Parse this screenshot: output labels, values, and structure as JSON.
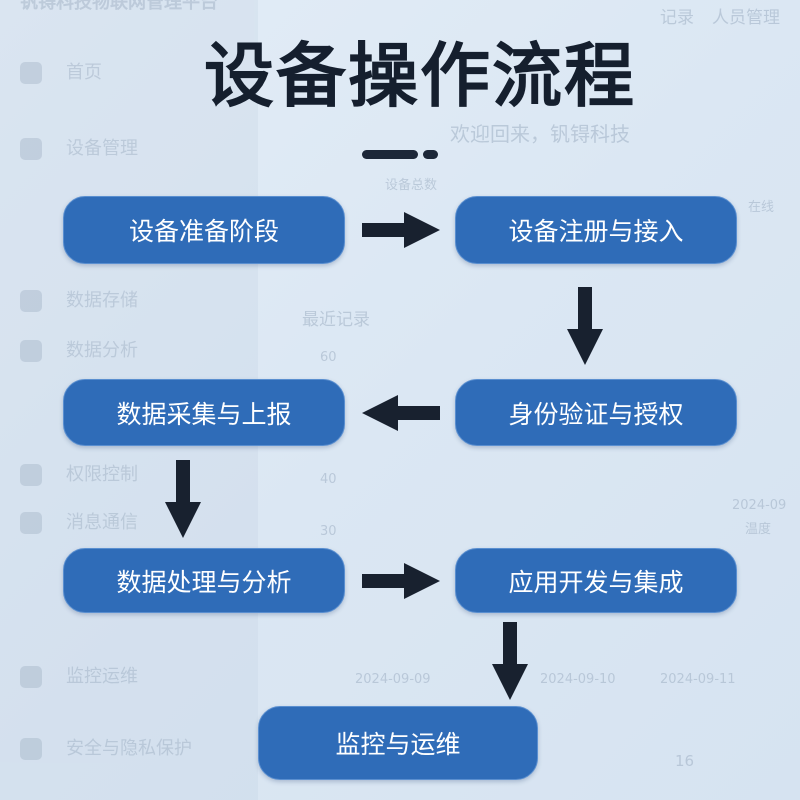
{
  "background": {
    "sidebar_title": "钒锝科技物联网管理平台",
    "sidebar_items": [
      "首页",
      "设备管理",
      "数据存储",
      "数据分析",
      "权限控制",
      "消息通信",
      "监控运维",
      "安全与隐私保护"
    ],
    "nav_tabs": [
      "记录",
      "人员管理"
    ],
    "welcome": "欢迎回来，钒锝科技",
    "stat_label": "设备总数",
    "stat_label2": "在线",
    "recent": "最近记录",
    "axis_dates": [
      "2024-09-09",
      "2024-09-10",
      "2024-09-11"
    ],
    "axis_values": [
      "60",
      "40",
      "30"
    ],
    "tooltip_date": "2024-09",
    "tooltip_label": "温度",
    "value": "16"
  },
  "diagram": {
    "title": "设备操作流程",
    "steps": [
      "设备准备阶段",
      "设备注册与接入",
      "身份验证与授权",
      "数据采集与上报",
      "数据处理与分析",
      "应用开发与集成",
      "监控与运维"
    ],
    "colors": {
      "box": "#2f6cb8",
      "arrow": "#18212f",
      "title": "#151f2e"
    }
  }
}
